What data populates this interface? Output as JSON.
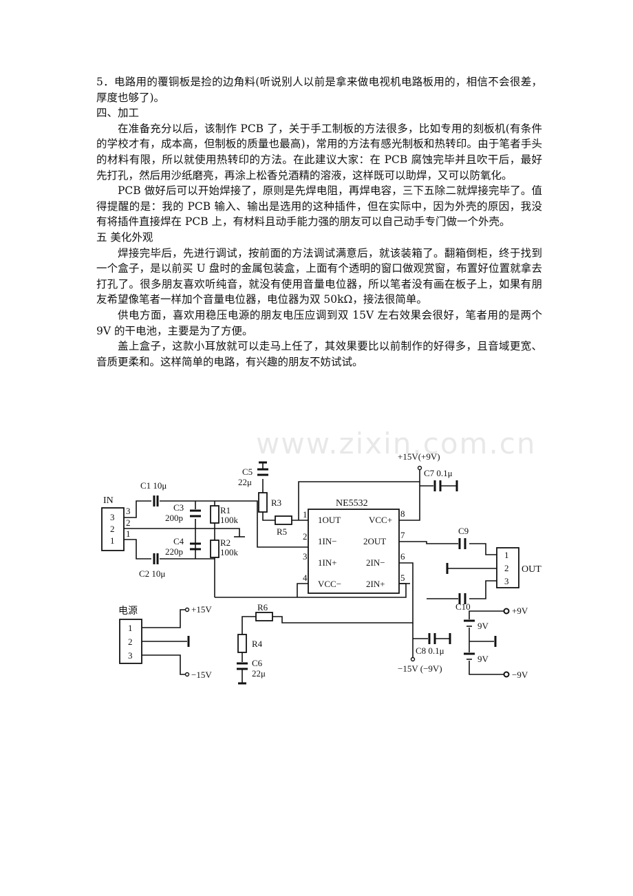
{
  "paragraphs": [
    {
      "style": "plain",
      "text": "5．电路用的覆铜板是捡的边角料(听说别人以前是拿来做电视机电路板用的，相信不会很差，厚度也够了)。"
    },
    {
      "style": "heading",
      "text": "四、加工"
    },
    {
      "style": "indent",
      "text": "在准备充分以后，该制作 PCB 了，关于手工制板的方法很多，比如专用的刻板机(有条件的学校才有，成本高，但制板的质量也最高)，常用的方法有感光制板和热转印。由于笔者手头的材料有限，所以就使用热转印的方法。在此建议大家：在 PCB 腐蚀完毕并且吹干后，最好先打孔，然后用沙纸磨亮，再涂上松香兑酒精的溶液，这样既可以助焊，又可以防氧化。"
    },
    {
      "style": "indent",
      "text": "PCB 做好后可以开始焊接了，原则是先焊电阻，再焊电容，三下五除二就焊接完毕了。值得提醒的是：我的 PCB 输入、输出是选用的这种插件，但在实际中，因为外壳的原因，我没有将插件直接焊在 PCB 上，有材料且动手能力强的朋友可以自己动手专门做一个外壳。"
    },
    {
      "style": "heading",
      "text": "五 美化外观"
    },
    {
      "style": "indent",
      "text": "焊接完毕后，先进行调试，按前面的方法调试满意后，就该装箱了。翻箱倒柜，终于找到一个盒子，是以前买 U 盘时的金属包装盒，上面有个透明的窗口做观赏窗，布置好位置就拿去打孔了。很多朋友喜欢听纯音，就没有使用音量电位器，所以笔者没有画在板子上，如果有朋友希望像笔者一样加个音量电位器，电位器为双 50kΩ，接法很简单。"
    },
    {
      "style": "indent",
      "text": "供电方面，喜欢用稳压电源的朋友电压应调到双 15V 左右效果会很好，笔者用的是两个 9V 的干电池，主要是为了方便。"
    },
    {
      "style": "indent",
      "text": "盖上盒子，这款小耳放就可以走马上任了，其效果要比以前制作的好得多，且音域更宽、音质更柔和。这样简单的电路，有兴趣的朋友不妨试试。"
    }
  ],
  "watermark": "www.zixin.com.cn",
  "schematic": {
    "ic_name": "NE5532",
    "ic_pins_left": [
      "1OUT",
      "1IN−",
      "1IN+",
      "VCC−"
    ],
    "ic_pins_right": [
      "VCC+",
      "2OUT",
      "2IN−",
      "2IN+"
    ],
    "ic_pin_nums": [
      "1",
      "2",
      "3",
      "4",
      "5",
      "6",
      "7",
      "8"
    ],
    "vcc_plus": "VCC+",
    "vcc_minus": "VCC−",
    "in_label": "IN",
    "in_pins": [
      "3",
      "2",
      "1"
    ],
    "out_label": "OUT",
    "out_pins": [
      "1",
      "2",
      "3"
    ],
    "power_label": "电源",
    "power_pins": [
      "1",
      "2",
      "3"
    ],
    "rail_top": "+15V(+9V)",
    "rail_bottom": "−15V (−9V)",
    "psu_plus": "+15V",
    "psu_minus": "−15V",
    "batt_plus": "+9V",
    "batt_minus": "−9V",
    "batt_cell": "9V",
    "components": {
      "c1": "C1 10μ",
      "c2": "C2 10μ",
      "c3": "C3",
      "c3v": "200p",
      "c4": "C4",
      "c4v": "220p",
      "r1": "R1",
      "r1v": "100k",
      "r2": "R2",
      "r2v": "100k",
      "c5": "C5",
      "c5v": "22μ",
      "r3": "R3",
      "r5": "R5",
      "r6": "R6",
      "r4": "R4",
      "c6": "C6",
      "c6v": "22μ",
      "c7": "C7 0.1μ",
      "c8": "C8 0.1μ",
      "c9": "C9",
      "c10": "C10"
    }
  }
}
